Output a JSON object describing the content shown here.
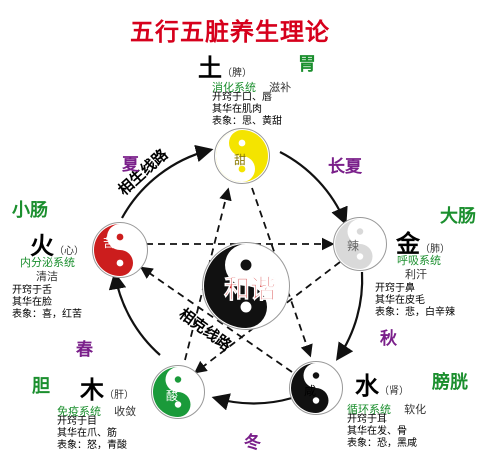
{
  "title": "五行五脏养生理论",
  "center_label": "和谐",
  "cycle_labels": {
    "generating": "相生线路",
    "controlling": "相克线路"
  },
  "colors": {
    "earth": "#f4e400",
    "metal": "#d9d9d9",
    "water": "#111111",
    "wood": "#1a9a3a",
    "fire": "#cc1d1d",
    "fu_text": "#1b8f2e",
    "season_text": "#7a1f8a",
    "title_text": "#d6001c"
  },
  "elements": {
    "earth": {
      "name": "土",
      "organ": "（脾）",
      "fu": "胃",
      "taste": "甜",
      "system": "消化系统",
      "function": "滋补",
      "lines": [
        "开窍于口、唇",
        "其华在肌肉",
        "表象：思、黄甜"
      ]
    },
    "metal": {
      "name": "金",
      "organ": "（肺）",
      "fu": "大肠",
      "taste": "辣",
      "system": "呼吸系统",
      "function": "利汗",
      "lines": [
        "开窍于鼻",
        "其华在皮毛",
        "表象：悲，白辛辣"
      ]
    },
    "water": {
      "name": "水",
      "organ": "（肾）",
      "fu": "膀胱",
      "taste": "咸",
      "system": "循环系统",
      "function": "软化",
      "lines": [
        "开窍于耳",
        "其华在发、骨",
        "表象：恐，黑咸"
      ]
    },
    "wood": {
      "name": "木",
      "organ": "（肝）",
      "fu": "胆",
      "taste": "酸",
      "system": "免疫系统",
      "function": "收敛",
      "lines": [
        "开窍于目",
        "其华在爪、筋",
        "表象：怒，青酸"
      ]
    },
    "fire": {
      "name": "火",
      "organ": "（心）",
      "fu": "小肠",
      "taste": "苦",
      "system": "内分泌系统",
      "function": "清洁",
      "lines": [
        "开窍于舌",
        "其华在脸",
        "表象：喜，红苦"
      ]
    }
  },
  "seasons": {
    "summer": "夏",
    "late_summer": "长夏",
    "autumn": "秋",
    "winter": "冬",
    "spring": "春"
  }
}
